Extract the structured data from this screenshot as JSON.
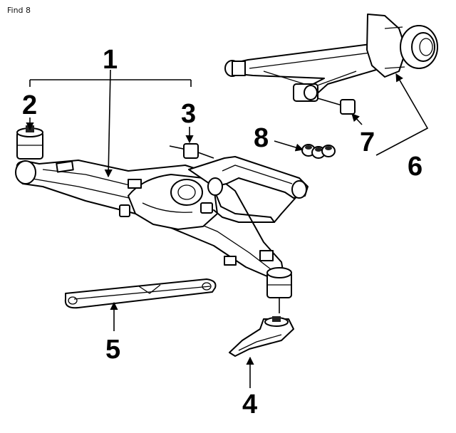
{
  "header": {
    "find_label": "Find 8"
  },
  "callouts": [
    {
      "id": "c1",
      "label": "1"
    },
    {
      "id": "c2",
      "label": "2"
    },
    {
      "id": "c3",
      "label": "3"
    },
    {
      "id": "c4",
      "label": "4"
    },
    {
      "id": "c5",
      "label": "5"
    },
    {
      "id": "c6",
      "label": "6"
    },
    {
      "id": "c7",
      "label": "7"
    },
    {
      "id": "c8",
      "label": "8"
    }
  ]
}
